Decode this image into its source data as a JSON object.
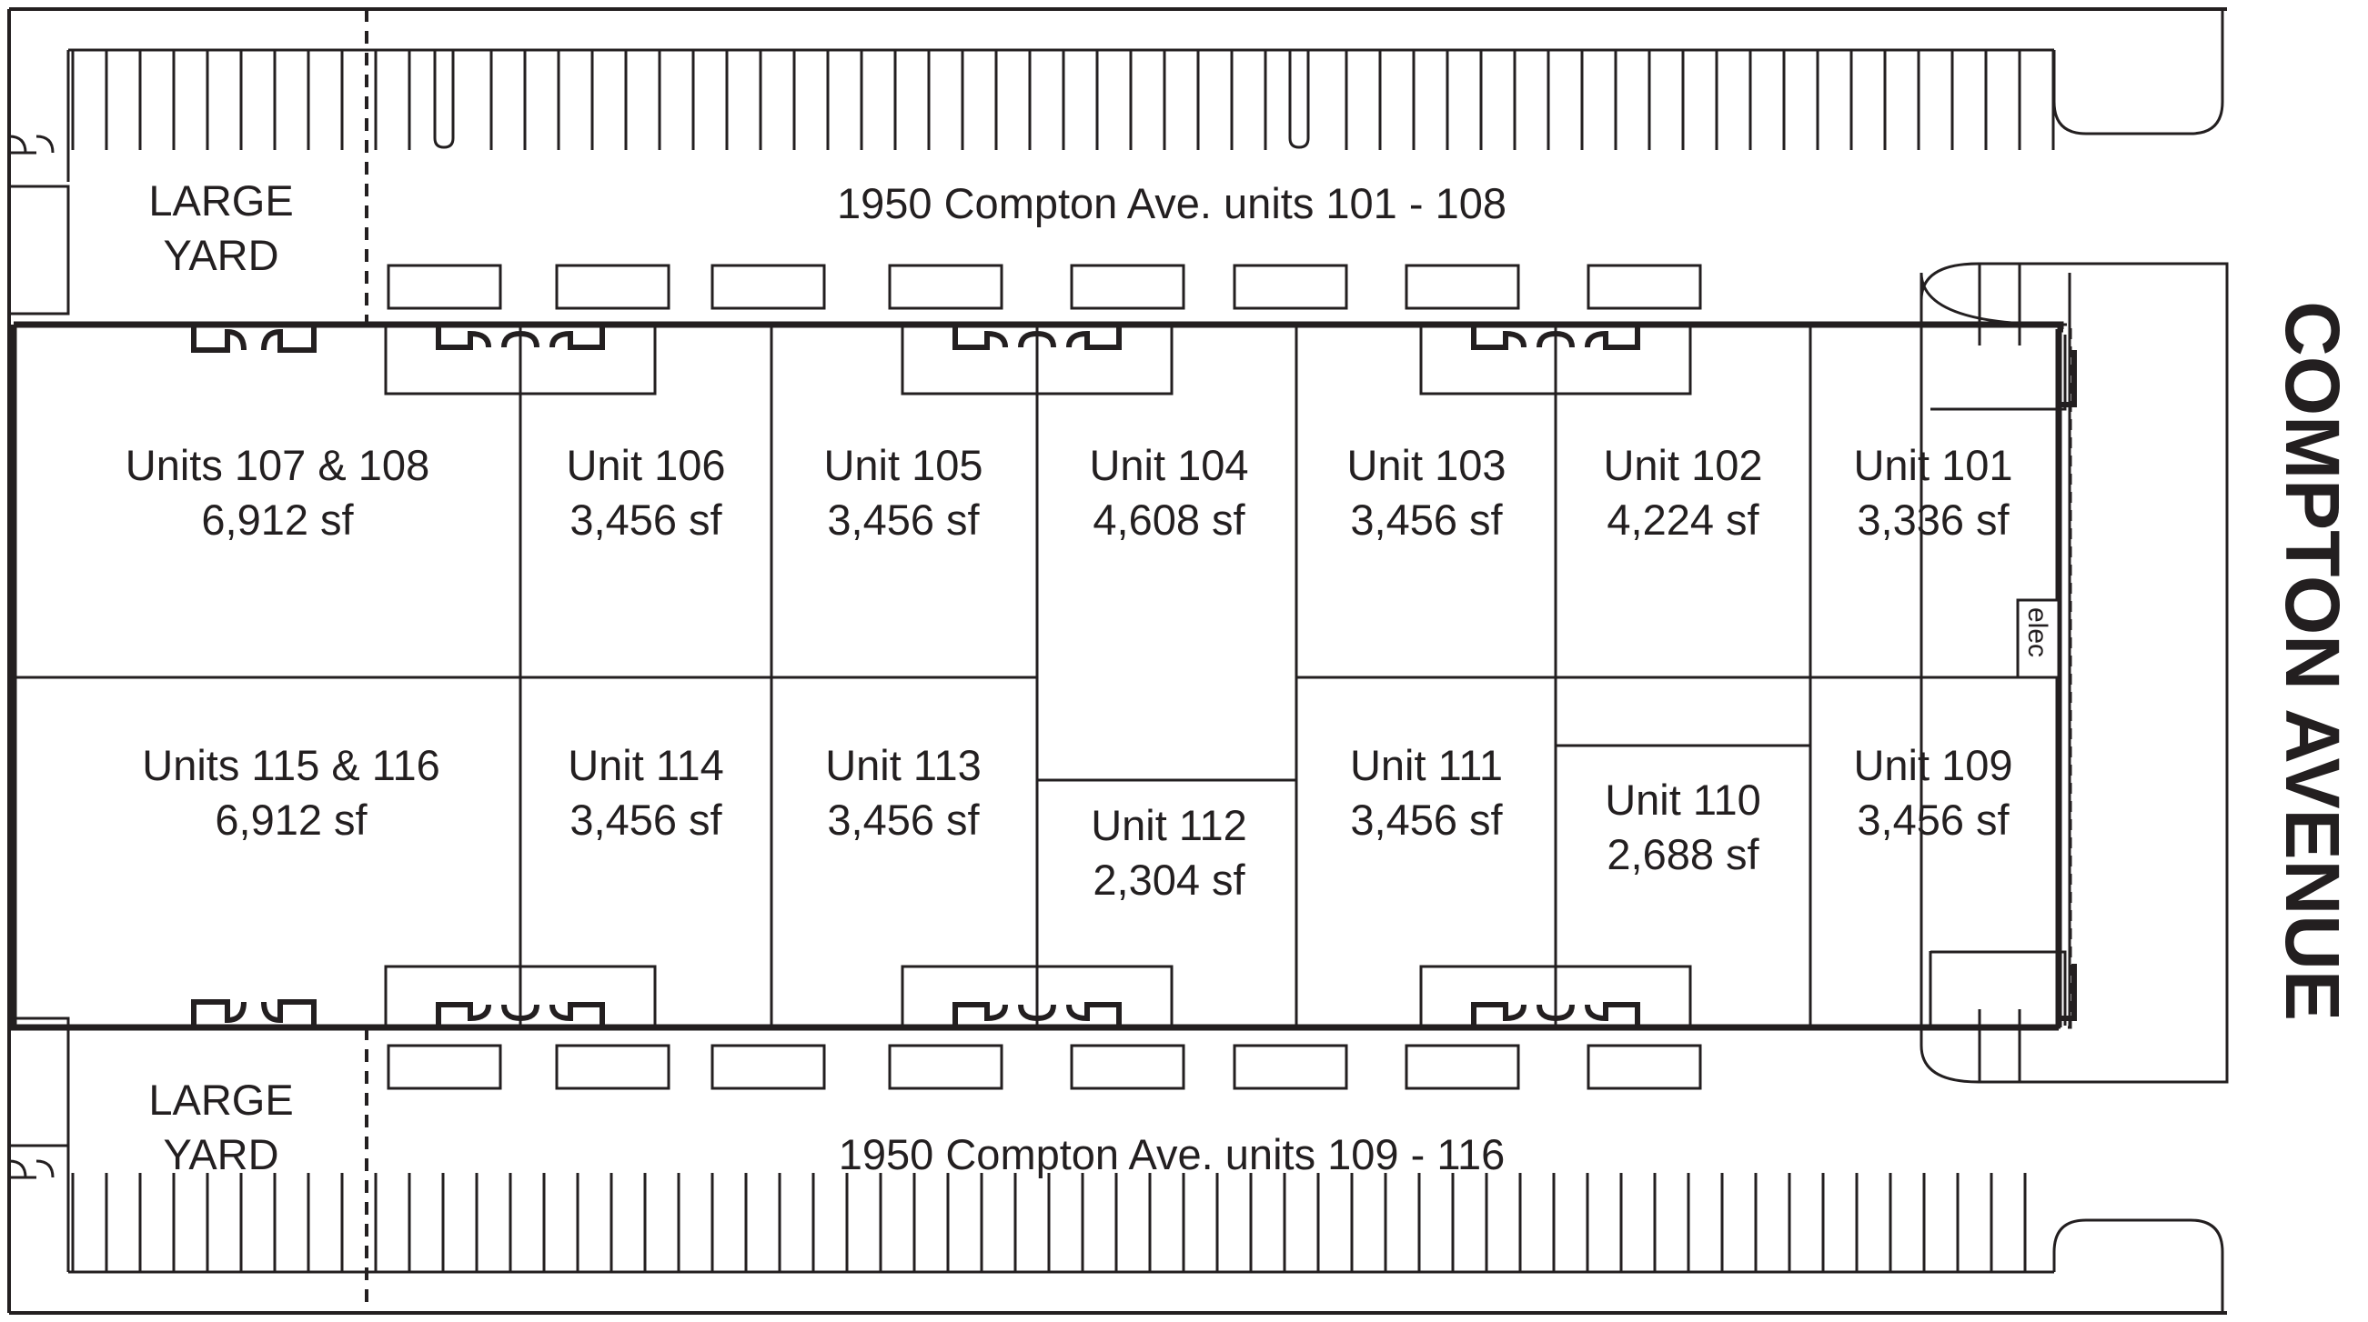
{
  "building_north": {
    "label": "1950 Compton Ave. units 101 - 108"
  },
  "building_south": {
    "label": "1950 Compton Ave. units 109 - 116"
  },
  "yard_north": {
    "line1": "LARGE",
    "line2": "YARD"
  },
  "yard_south": {
    "line1": "LARGE",
    "line2": "YARD"
  },
  "street": {
    "name": "COMPTON AVENUE"
  },
  "elec_room": {
    "label": "elec"
  },
  "units": [
    {
      "id": "107-108",
      "name": "Units 107 & 108",
      "area": "6,912 sf"
    },
    {
      "id": "106",
      "name": "Unit 106",
      "area": "3,456 sf"
    },
    {
      "id": "105",
      "name": "Unit 105",
      "area": "3,456 sf"
    },
    {
      "id": "104",
      "name": "Unit 104",
      "area": "4,608 sf"
    },
    {
      "id": "103",
      "name": "Unit 103",
      "area": "3,456 sf"
    },
    {
      "id": "102",
      "name": "Unit 102",
      "area": "4,224 sf"
    },
    {
      "id": "101",
      "name": "Unit 101",
      "area": "3,336 sf"
    },
    {
      "id": "115-116",
      "name": "Units 115 & 116",
      "area": "6,912 sf"
    },
    {
      "id": "114",
      "name": "Unit 114",
      "area": "3,456 sf"
    },
    {
      "id": "113",
      "name": "Unit 113",
      "area": "3,456 sf"
    },
    {
      "id": "112",
      "name": "Unit 112",
      "area": "2,304 sf"
    },
    {
      "id": "111",
      "name": "Unit 111",
      "area": "3,456 sf"
    },
    {
      "id": "110",
      "name": "Unit 110",
      "area": "2,688 sf"
    },
    {
      "id": "109",
      "name": "Unit 109",
      "area": "3,456 sf"
    }
  ],
  "colors": {
    "line": "#231f20",
    "background": "#ffffff"
  }
}
